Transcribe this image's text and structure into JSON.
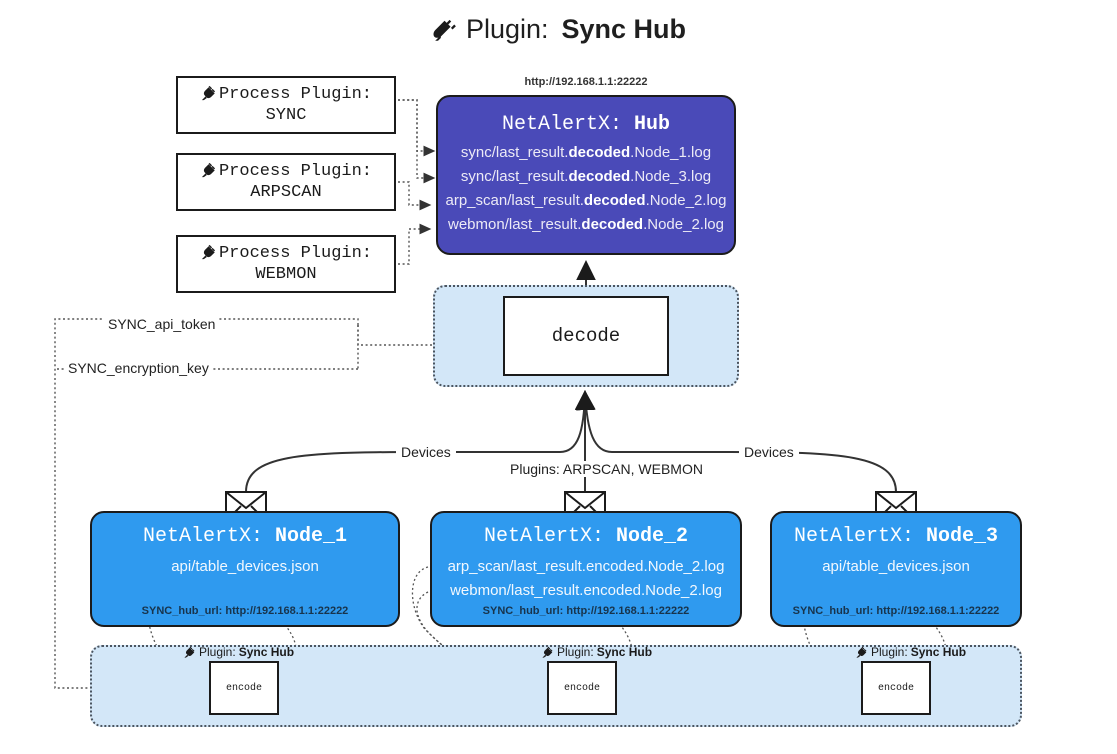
{
  "page": {
    "title_icon": "plug-icon",
    "title_prefix": "Plugin:",
    "title_name": "Sync Hub"
  },
  "process_plugins": [
    {
      "icon": "plug-icon",
      "line1": "Process Plugin:",
      "line2": "SYNC"
    },
    {
      "icon": "plug-icon",
      "line1": "Process Plugin:",
      "line2": "ARPSCAN"
    },
    {
      "icon": "plug-icon",
      "line1": "Process Plugin:",
      "line2": "WEBMON"
    }
  ],
  "hub": {
    "url": "http://192.168.1.1:22222",
    "title_prefix": "NetAlertX:",
    "title_name": "Hub",
    "lines": [
      {
        "pre": "sync/last_result.",
        "em": "decoded",
        "post": ".Node_1.log"
      },
      {
        "pre": "sync/last_result.",
        "em": "decoded",
        "post": ".Node_3.log"
      },
      {
        "pre": "arp_scan/last_result.",
        "em": "decoded",
        "post": ".Node_2.log"
      },
      {
        "pre": "webmon/last_result.",
        "em": "decoded",
        "post": ".Node_2.log"
      }
    ]
  },
  "decode": {
    "label": "decode"
  },
  "secrets": [
    {
      "label": "SYNC_api_token"
    },
    {
      "label": "SYNC_encryption_key"
    }
  ],
  "edge_labels": {
    "devices_left": "Devices",
    "devices_right": "Devices",
    "plugins_center": "Plugins: ARPSCAN, WEBMON"
  },
  "nodes": [
    {
      "title_prefix": "NetAlertX:",
      "title_name": "Node_1",
      "lines": [
        "api/table_devices.json"
      ],
      "footer": "SYNC_hub_url: http://192.168.1.1:22222",
      "icon": "envelope-icon"
    },
    {
      "title_prefix": "NetAlertX:",
      "title_name": "Node_2",
      "lines": [
        "arp_scan/last_result.encoded.Node_2.log",
        "webmon/last_result.encoded.Node_2.log"
      ],
      "footer": "SYNC_hub_url: http://192.168.1.1:22222",
      "icon": "envelope-icon"
    },
    {
      "title_prefix": "NetAlertX:",
      "title_name": "Node_3",
      "lines": [
        "api/table_devices.json"
      ],
      "footer": "SYNC_hub_url: http://192.168.1.1:22222",
      "icon": "envelope-icon"
    }
  ],
  "sync_hub_plugins": [
    {
      "icon": "plug-icon",
      "prefix": "Plugin:",
      "name": "Sync Hub",
      "box_label": "encode"
    },
    {
      "icon": "plug-icon",
      "prefix": "Plugin:",
      "name": "Sync Hub",
      "box_label": "encode"
    },
    {
      "icon": "plug-icon",
      "prefix": "Plugin:",
      "name": "Sync Hub",
      "box_label": "encode"
    }
  ],
  "colors": {
    "hub_fill": "#4a4ab8",
    "node_fill": "#2f9aef",
    "zone_fill": "#d3e7f8",
    "stroke": "#1b1b1b"
  }
}
